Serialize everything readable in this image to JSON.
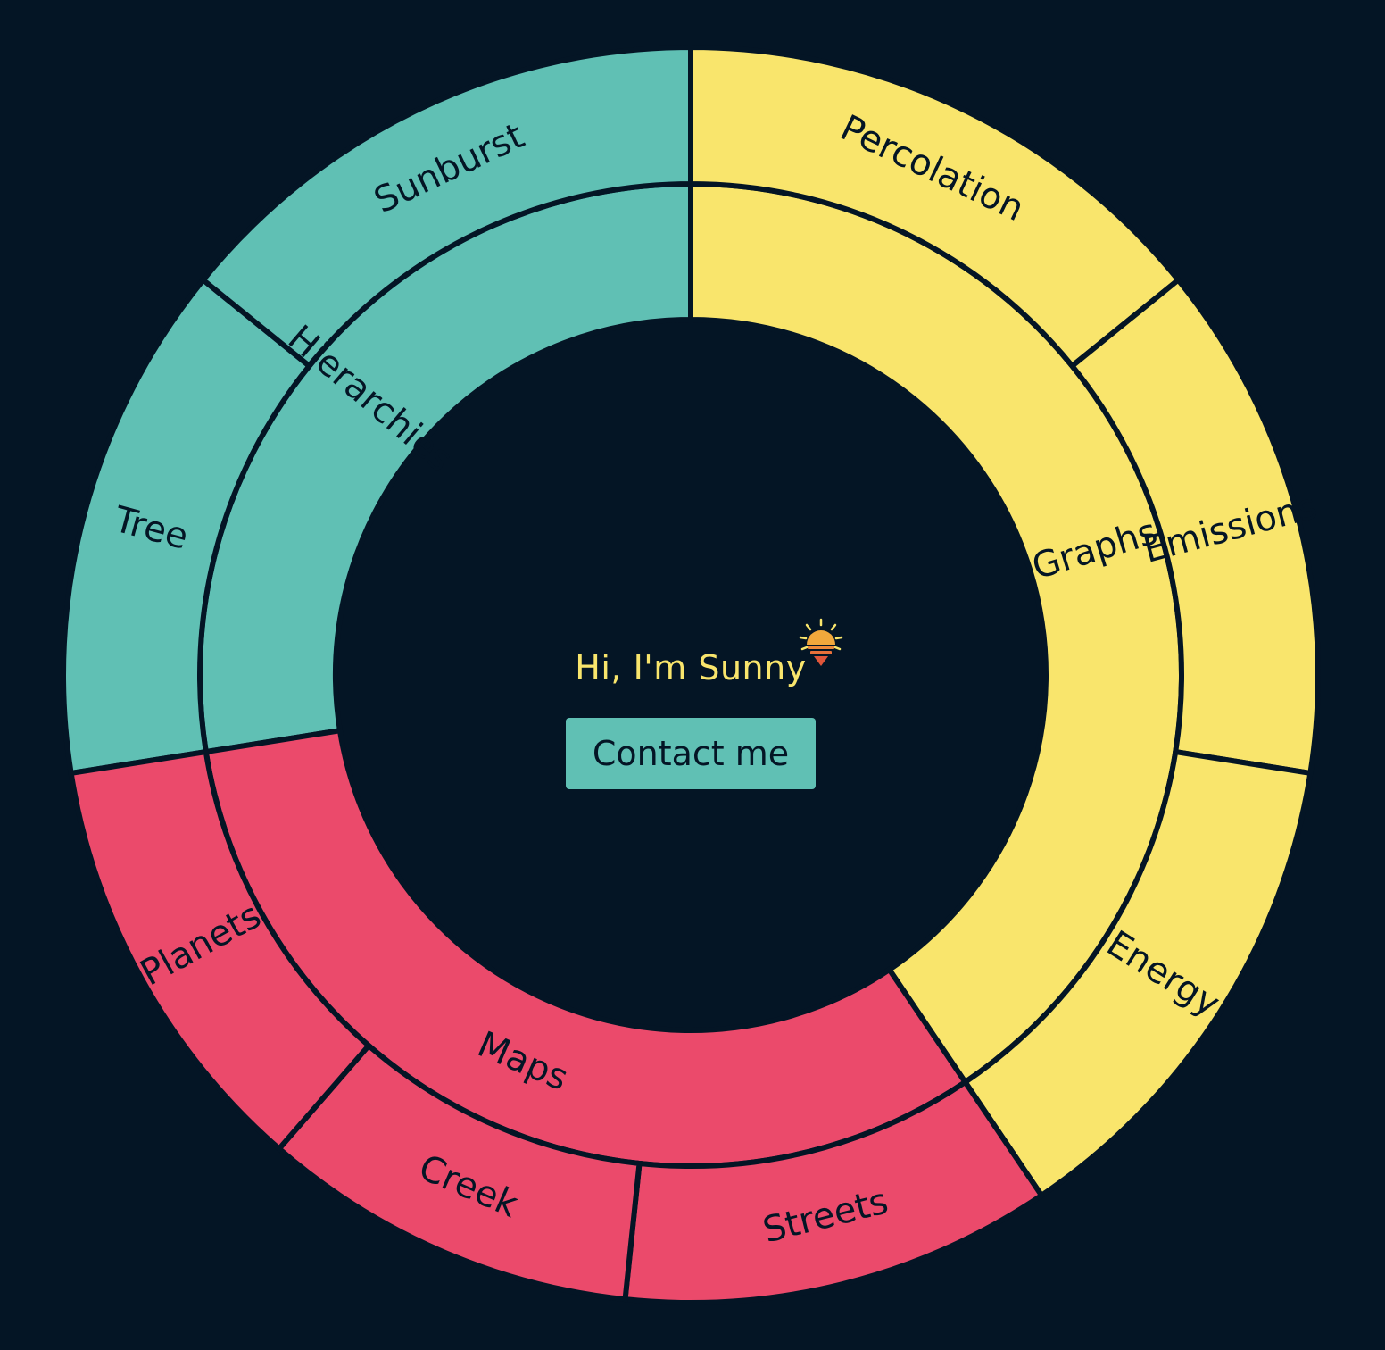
{
  "colors": {
    "background": "#041525",
    "hierarchies": "#60c0b4",
    "graphs": "#f9e56c",
    "maps": "#eb4a6b",
    "divider": "#041525",
    "label": "#041525",
    "greeting": "#f9e56c",
    "button_bg": "#60c0b4",
    "button_text": "#041525"
  },
  "center": {
    "greeting": "Hi, I'm Sunny",
    "icon": "sun-icon",
    "contact_label": "Contact me"
  },
  "menu": [
    {
      "label": "Hierarchies",
      "color_key": "hierarchies",
      "children": [
        {
          "label": "Tree"
        },
        {
          "label": "Sunburst"
        }
      ]
    },
    {
      "label": "Graphs",
      "color_key": "graphs",
      "children": [
        {
          "label": "Percolation"
        },
        {
          "label": "Emissions"
        },
        {
          "label": "Energy"
        }
      ]
    },
    {
      "label": "Maps",
      "color_key": "maps",
      "children": [
        {
          "label": "Streets"
        },
        {
          "label": "Creek"
        },
        {
          "label": "Planets"
        }
      ]
    }
  ]
}
